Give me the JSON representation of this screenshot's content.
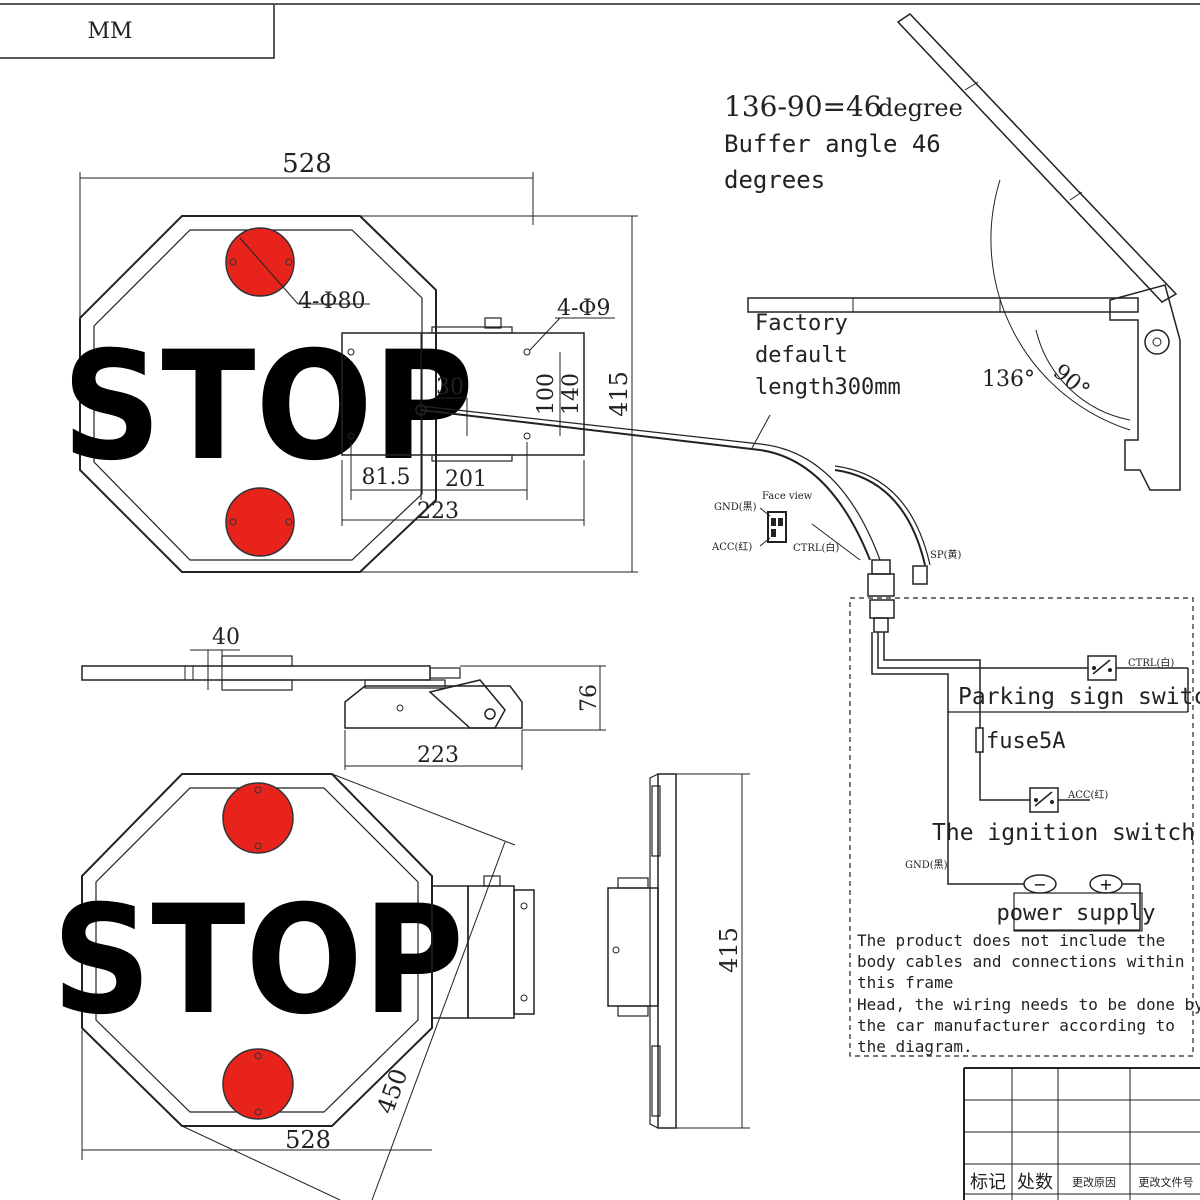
{
  "unit_box": {
    "label": "MM"
  },
  "angle_note": {
    "formula": "136-90=46",
    "unit_word": "degree",
    "line2": "Buffer angle 46",
    "line3": "degrees"
  },
  "arm_length_note": {
    "line1": "Factory",
    "line2": "default",
    "line3": "length300mm"
  },
  "front_view": {
    "sign_text": "STOP",
    "width": "528",
    "height": "415",
    "light_dia": "4-Φ80",
    "hole_dia": "4-Φ9",
    "dim_30": "30",
    "dim_100": "100",
    "dim_140": "140",
    "dim_81_5": "81.5",
    "dim_201": "201",
    "dim_223": "223"
  },
  "side_view": {
    "dim_40": "40",
    "dim_76": "76",
    "dim_223": "223"
  },
  "open_view": {
    "sign_text": "STOP",
    "width": "528",
    "diag": "450"
  },
  "end_view": {
    "height": "415"
  },
  "angle_view": {
    "open_angle": "136°",
    "right_angle": "90°"
  },
  "connector": {
    "face_view": "Face view",
    "gnd": "GND(黑)",
    "acc": "ACC(红)",
    "ctrl": "CTRL(白)",
    "sp": "SP(黄)"
  },
  "wiring": {
    "ctrl_tag": "CTRL(白)",
    "parking_switch": "Parking sign switch",
    "fuse": "fuse5A",
    "acc_tag": "ACC(红)",
    "ignition_switch": "The ignition switch",
    "gnd_tag": "GND(黑)",
    "power_supply": "power supply",
    "minus": "−",
    "plus": "+",
    "note_lines": [
      "The product does not include the",
      "body cables and connections within",
      "this frame",
      "Head, the wiring needs to be done by",
      "the car manufacturer according to",
      "the diagram."
    ]
  },
  "title_block": {
    "cells": [
      "标记",
      "处数",
      "更改原因",
      "更改文件号"
    ]
  },
  "colors": {
    "light_red": "#e8231c",
    "line": "#222222",
    "sign_black": "#000000"
  }
}
